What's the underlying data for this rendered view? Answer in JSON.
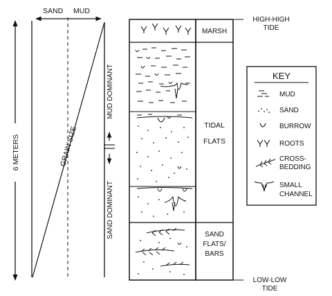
{
  "grain_size_axis": {
    "sand_label": "SAND",
    "mud_label": "MUD",
    "grain_size_label": "GRAIN SIZE"
  },
  "thickness_label": "6 METERS",
  "dominance": {
    "mud_dominant": "MUD DOMINANT",
    "sand_dominant": "SAND DOMINANT"
  },
  "tide_labels": {
    "high_line1": "HIGH-HIGH",
    "high_line2": "TIDE",
    "low_line1": "LOW-LOW",
    "low_line2": "TIDE"
  },
  "environments": {
    "marsh": "MARSH",
    "tidal_line1": "TIDAL",
    "tidal_line2": "FLATS",
    "sand_line1": "SAND",
    "sand_line2": "FLATS/",
    "sand_line3": "BARS"
  },
  "key": {
    "title": "KEY",
    "items": [
      {
        "label": "MUD",
        "icon": "mud-icon"
      },
      {
        "label": "SAND",
        "icon": "sand-icon"
      },
      {
        "label": "BURROW",
        "icon": "burrow-icon"
      },
      {
        "label": "ROOTS",
        "icon": "roots-icon"
      },
      {
        "label_line1": "CROSS-",
        "label_line2": "BEDDING",
        "icon": "cross-bedding-icon"
      },
      {
        "label_line1": "SMALL",
        "label_line2": "CHANNEL",
        "icon": "small-channel-icon"
      }
    ]
  }
}
